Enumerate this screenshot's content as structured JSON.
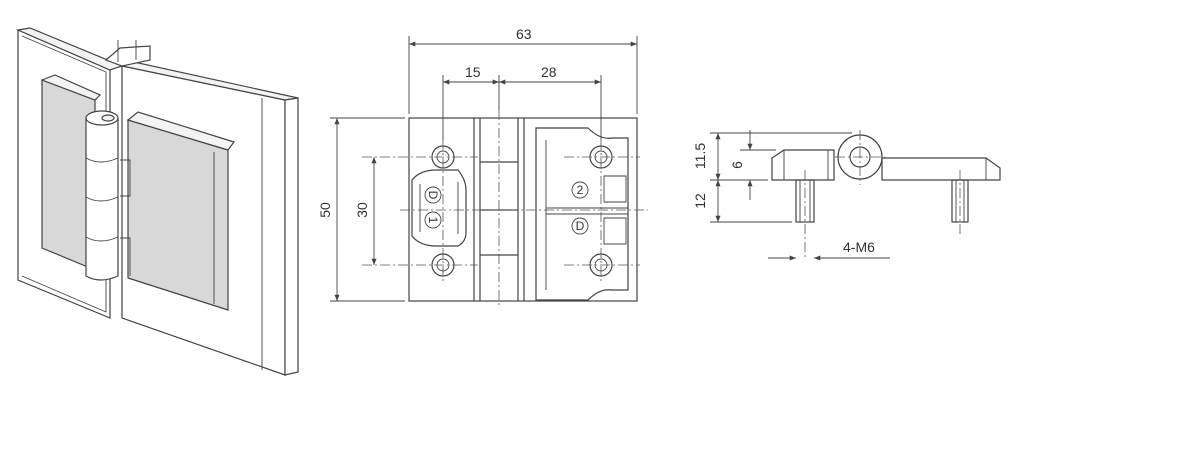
{
  "front_view": {
    "dim_total_width": "63",
    "dim_left_offset": "15",
    "dim_hole_spacing": "28",
    "dim_total_height": "50",
    "dim_hole_vertical": "30",
    "mark_d": "D",
    "mark_one": "1",
    "mark_two": "2"
  },
  "side_view": {
    "dim_top_height": "11.5",
    "dim_inner": "6",
    "dim_bottom_height": "12",
    "dim_thread": "4-M6"
  }
}
